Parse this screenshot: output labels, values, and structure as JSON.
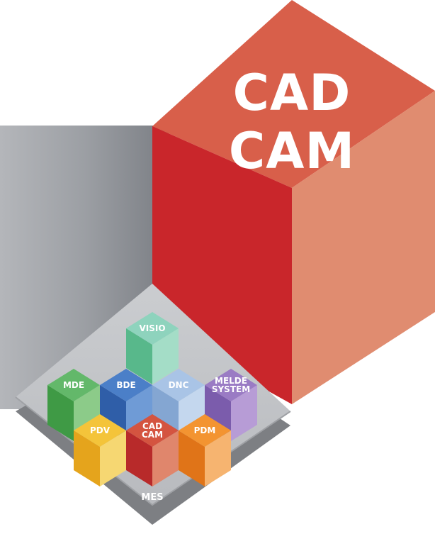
{
  "big_cube": {
    "line1": "CAD",
    "line2": "CAM",
    "colors": {
      "top": "#D85F4A",
      "left": "#C9262B",
      "right": "#E08C70"
    }
  },
  "base_label": "MES",
  "modules": [
    {
      "id": "visio",
      "lines": [
        "VISIO"
      ],
      "colors": {
        "top": "#8ED3BD",
        "left": "#58B88B",
        "right": "#A4DDC7"
      }
    },
    {
      "id": "mde",
      "lines": [
        "MDE"
      ],
      "colors": {
        "top": "#63B86A",
        "left": "#3F9A45",
        "right": "#8CCB89"
      }
    },
    {
      "id": "bde",
      "lines": [
        "BDE"
      ],
      "colors": {
        "top": "#4B7FC8",
        "left": "#2F5EA8",
        "right": "#6F9BD6"
      }
    },
    {
      "id": "dnc",
      "lines": [
        "DNC"
      ],
      "colors": {
        "top": "#A9C4E6",
        "left": "#84A6D2",
        "right": "#C4D7EE"
      }
    },
    {
      "id": "meldesystem",
      "lines": [
        "MELDE",
        "SYSTEM"
      ],
      "colors": {
        "top": "#9A7BC4",
        "left": "#7B5CAC",
        "right": "#B79CD6"
      }
    },
    {
      "id": "pdv",
      "lines": [
        "PDV"
      ],
      "colors": {
        "top": "#F4C43A",
        "left": "#E5A41C",
        "right": "#F6D772"
      }
    },
    {
      "id": "cadcam-small",
      "lines": [
        "CAD",
        "CAM"
      ],
      "colors": {
        "top": "#D45440",
        "left": "#B82A2A",
        "right": "#E0866C"
      }
    },
    {
      "id": "pdm",
      "lines": [
        "PDM"
      ],
      "colors": {
        "top": "#F39431",
        "left": "#E07418",
        "right": "#F6B470"
      }
    }
  ]
}
